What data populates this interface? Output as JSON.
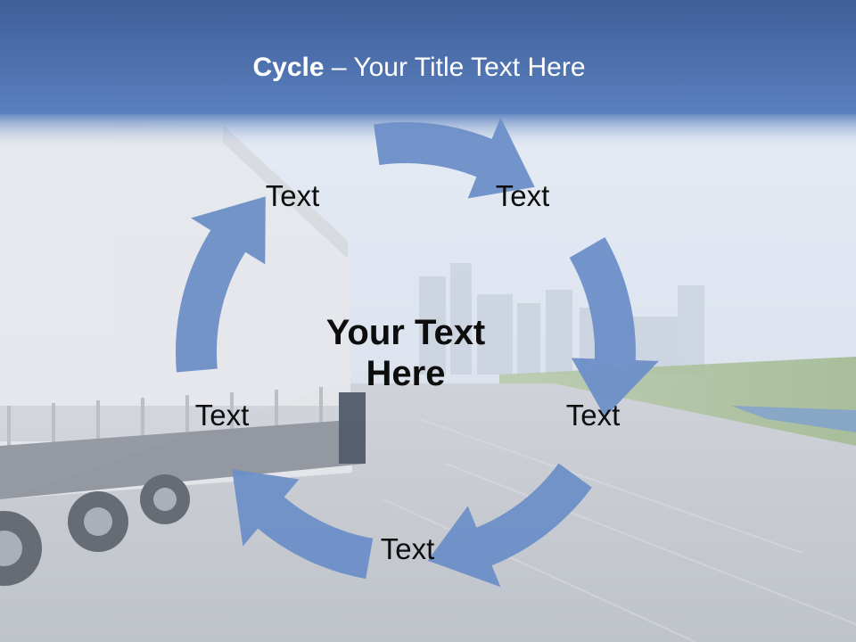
{
  "slide": {
    "title_bold": "Cycle",
    "title_rest": " – Your Title Text Here"
  },
  "cycle": {
    "center_text": "Your Text Here",
    "nodes": [
      {
        "label": "Text"
      },
      {
        "label": "Text"
      },
      {
        "label": "Text"
      },
      {
        "label": "Text"
      },
      {
        "label": "Text"
      }
    ]
  },
  "colors": {
    "header_band": "#4a6eb0",
    "arrow_fill": "#6d8fc7",
    "sky": "#dfe7f3",
    "road": "#c9ccd2",
    "text": "#0d0d0d",
    "title_text": "#ffffff"
  },
  "background": {
    "scene": "truck on motion-blurred highway with city skyline"
  }
}
